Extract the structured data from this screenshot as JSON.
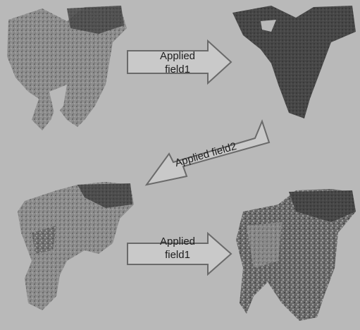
{
  "arrows": {
    "top_arrow": {
      "line1": "Applied",
      "line2": "field1"
    },
    "middle_arrow": {
      "label": "Applied field2"
    },
    "bottom_arrow": {
      "line1": "Applied",
      "line2": "field1"
    }
  },
  "colors": {
    "background": "#b9b9b9",
    "arrow_fill": "#c9c9c9",
    "arrow_stroke": "#6a6a6a",
    "sample_dark": "#3f3f3f",
    "sample_light": "#8c8c8c"
  }
}
